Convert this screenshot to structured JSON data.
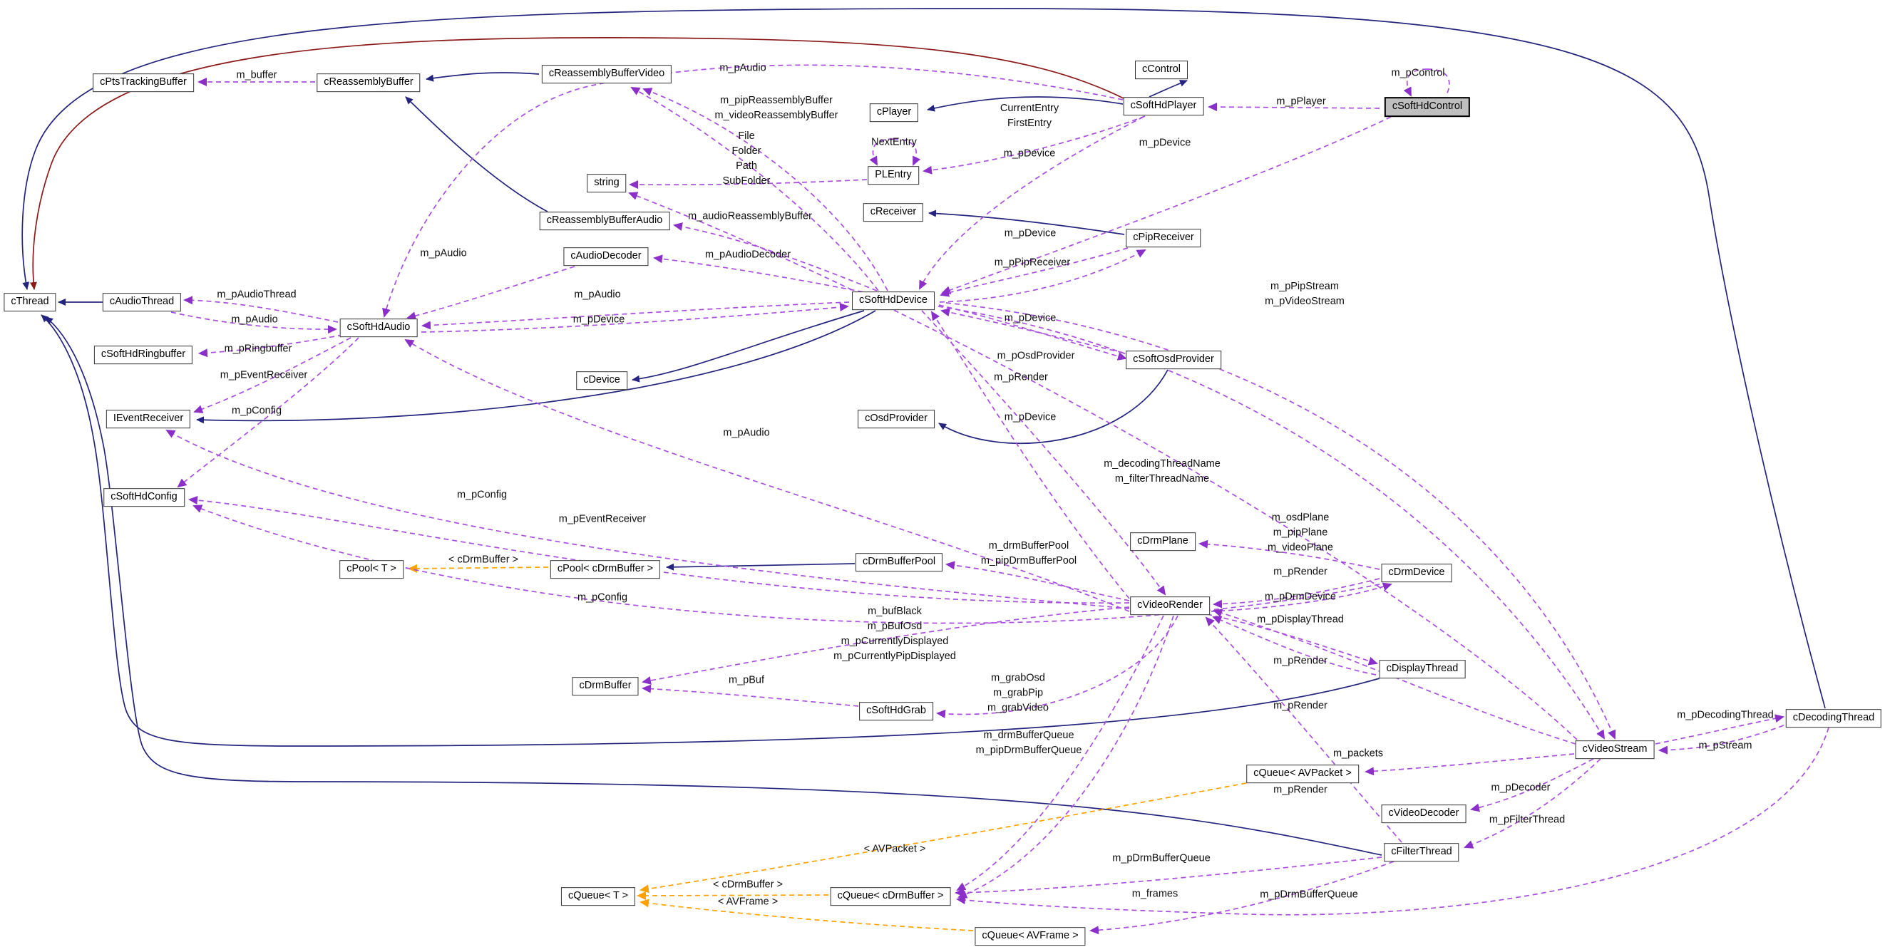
{
  "diagram": {
    "type": "doxygen-collaboration-graph",
    "highlighted_node": "cSoftHdControl",
    "colors": {
      "inheritance_edge": "#24247e",
      "private_inheritance_edge": "#8b1a1a",
      "usage_edge": "#a94fe0",
      "usage_arrowhead": "#8b2fc9",
      "template_edge": "#ffa200",
      "highlight_fill": "#bfbfbf",
      "node_fill": "#ffffff",
      "node_border": "#333333"
    },
    "nodes": [
      {
        "label": "cPtsTrackingBuffer"
      },
      {
        "label": "cReassemblyBuffer"
      },
      {
        "label": "cReassemblyBufferVideo"
      },
      {
        "label": "cControl"
      },
      {
        "label": "cSoftHdPlayer"
      },
      {
        "label": "cPlayer"
      },
      {
        "label": "cSoftHdControl"
      },
      {
        "label": "PLEntry"
      },
      {
        "label": "string"
      },
      {
        "label": "cReassemblyBufferAudio"
      },
      {
        "label": "cAudioDecoder"
      },
      {
        "label": "cReceiver"
      },
      {
        "label": "cSoftHdDevice"
      },
      {
        "label": "cPipReceiver"
      },
      {
        "label": "cAudioThread"
      },
      {
        "label": "cThread"
      },
      {
        "label": "cSoftHdAudio"
      },
      {
        "label": "cSoftHdRingbuffer"
      },
      {
        "label": "cDevice"
      },
      {
        "label": "cSoftOsdProvider"
      },
      {
        "label": "IEventReceiver"
      },
      {
        "label": "cOsdProvider"
      },
      {
        "label": "cSoftHdConfig"
      },
      {
        "label": "cDrmPlane"
      },
      {
        "label": "cPool< T >"
      },
      {
        "label": "cPool< cDrmBuffer >"
      },
      {
        "label": "cDrmBufferPool"
      },
      {
        "label": "cVideoRender"
      },
      {
        "label": "cDrmDevice"
      },
      {
        "label": "cDisplayThread"
      },
      {
        "label": "cDrmBuffer"
      },
      {
        "label": "cSoftHdGrab"
      },
      {
        "label": "cVideoStream"
      },
      {
        "label": "cDecodingThread"
      },
      {
        "label": "cQueue< AVPacket >"
      },
      {
        "label": "cVideoDecoder"
      },
      {
        "label": "cFilterThread"
      },
      {
        "label": "cQueue< T >"
      },
      {
        "label": "cQueue< cDrmBuffer >"
      },
      {
        "label": "cQueue< AVFrame >"
      }
    ],
    "edge_labels": [
      {
        "text": "m_buffer"
      },
      {
        "text": "m_pAudio"
      },
      {
        "text": "m_pipReassemblyBuffer\nm_videoReassemblyBuffer"
      },
      {
        "text": "CurrentEntry\nFirstEntry"
      },
      {
        "text": "m_pControl"
      },
      {
        "text": "m_pPlayer"
      },
      {
        "text": "NextEntry"
      },
      {
        "text": "File\nFolder\nPath\nSubFolder"
      },
      {
        "text": "m_pDevice"
      },
      {
        "text": "m_pDevice"
      },
      {
        "text": "m_audioReassemblyBuffer"
      },
      {
        "text": "m_pDevice"
      },
      {
        "text": "m_pPipReceiver"
      },
      {
        "text": "m_pAudioThread"
      },
      {
        "text": "m_pAudio"
      },
      {
        "text": "m_pAudio"
      },
      {
        "text": "m_pAudioDecoder"
      },
      {
        "text": "m_pAudio"
      },
      {
        "text": "m_pDevice"
      },
      {
        "text": "m_pRingbuffer"
      },
      {
        "text": "m_pEventReceiver"
      },
      {
        "text": "m_pConfig"
      },
      {
        "text": "m_pDevice"
      },
      {
        "text": "m_pOsdProvider"
      },
      {
        "text": "m_pRender"
      },
      {
        "text": "m_pDevice"
      },
      {
        "text": "m_pPipStream\nm_pVideoStream"
      },
      {
        "text": "m_pAudio"
      },
      {
        "text": "m_decodingThreadName\nm_filterThreadName"
      },
      {
        "text": "m_pConfig"
      },
      {
        "text": "m_pEventReceiver"
      },
      {
        "text": "m_osdPlane\nm_pipPlane\nm_videoPlane"
      },
      {
        "text": "< cDrmBuffer >"
      },
      {
        "text": "m_drmBufferPool\nm_pipDrmBufferPool"
      },
      {
        "text": "m_pRender"
      },
      {
        "text": "m_pDrmDevice"
      },
      {
        "text": "m_pConfig"
      },
      {
        "text": "m_pDisplayThread"
      },
      {
        "text": "m_bufBlack\nm_pBufOsd\nm_pCurrentlyDisplayed\nm_pCurrentlyPipDisplayed"
      },
      {
        "text": "m_pRender"
      },
      {
        "text": "m_pBuf"
      },
      {
        "text": "m_grabOsd\nm_grabPip\nm_grabVideo"
      },
      {
        "text": "m_pRender"
      },
      {
        "text": "m_drmBufferQueue\nm_pipDrmBufferQueue"
      },
      {
        "text": "m_pDecodingThread"
      },
      {
        "text": "m_pStream"
      },
      {
        "text": "m_packets"
      },
      {
        "text": "m_pRender"
      },
      {
        "text": "m_pDecoder"
      },
      {
        "text": "m_pFilterThread"
      },
      {
        "text": "< AVPacket >"
      },
      {
        "text": "m_pDrmBufferQueue"
      },
      {
        "text": "< cDrmBuffer >"
      },
      {
        "text": "< AVFrame >"
      },
      {
        "text": "m_frames"
      },
      {
        "text": "m_pDrmBufferQueue"
      }
    ]
  }
}
